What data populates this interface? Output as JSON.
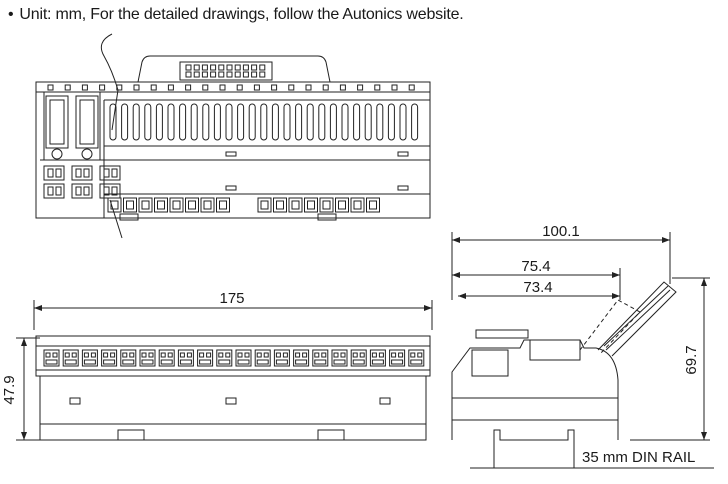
{
  "header": {
    "bullet": "•",
    "note": "Unit: mm, For the detailed drawings, follow the Autonics website."
  },
  "dimensions": {
    "width_top": "175",
    "height_left": "47.9",
    "depth_total": "100.1",
    "depth_1": "75.4",
    "depth_2": "73.4",
    "height_side": "69.7",
    "rail": "35 mm DIN RAIL"
  }
}
